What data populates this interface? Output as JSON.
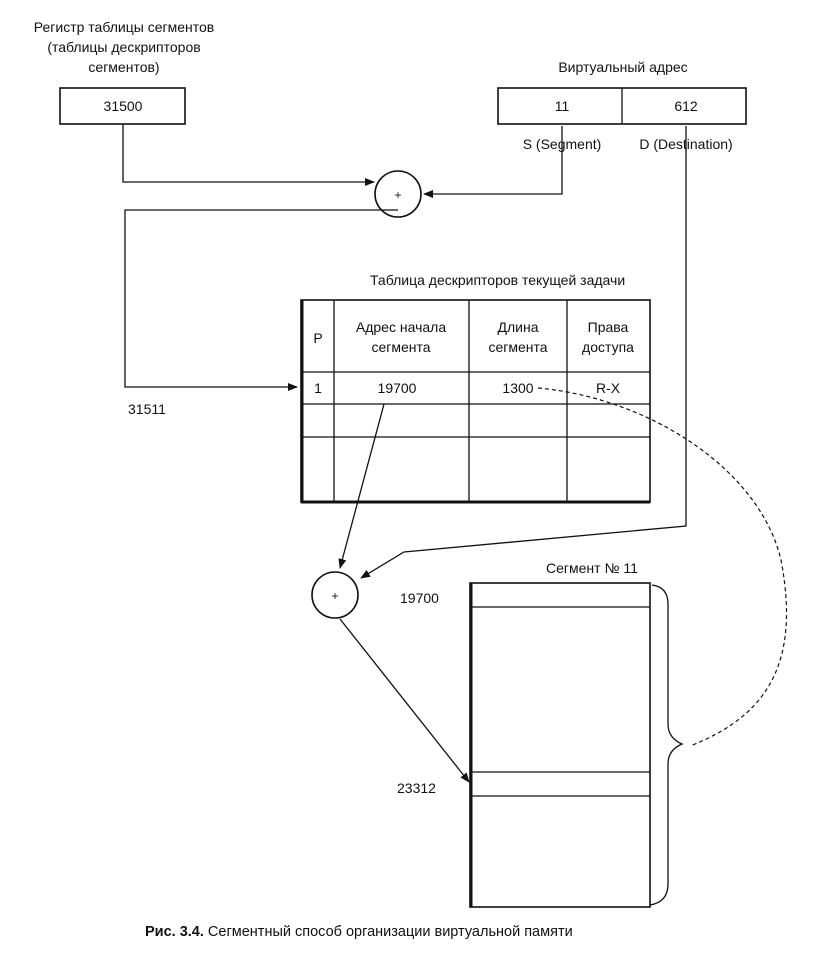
{
  "register": {
    "title_lines": [
      "Регистр таблицы сегментов",
      "(таблицы дескрипторов",
      "сегментов)"
    ],
    "value": "31500"
  },
  "virtual_address": {
    "title": "Виртуальный адрес",
    "segment_value": "11",
    "offset_value": "612",
    "segment_label": "S (Segment)",
    "offset_label": "D (Destination)"
  },
  "adder_symbol": "+",
  "computed_address": "31511",
  "descriptor_table": {
    "title": "Таблица дескрипторов текущей задачи",
    "headers": [
      [
        "P"
      ],
      [
        "Адрес начала",
        "сегмента"
      ],
      [
        "Длина",
        "сегмента"
      ],
      [
        "Права",
        "доступа"
      ]
    ],
    "row": [
      "1",
      "19700",
      "1300",
      "R-X"
    ]
  },
  "segment": {
    "title": "Сегмент № 11",
    "start_label": "19700",
    "target_label": "23312"
  },
  "caption": {
    "prefix": "Рис. 3.4.",
    "text": " Сегментный способ организации виртуальной памяти"
  }
}
